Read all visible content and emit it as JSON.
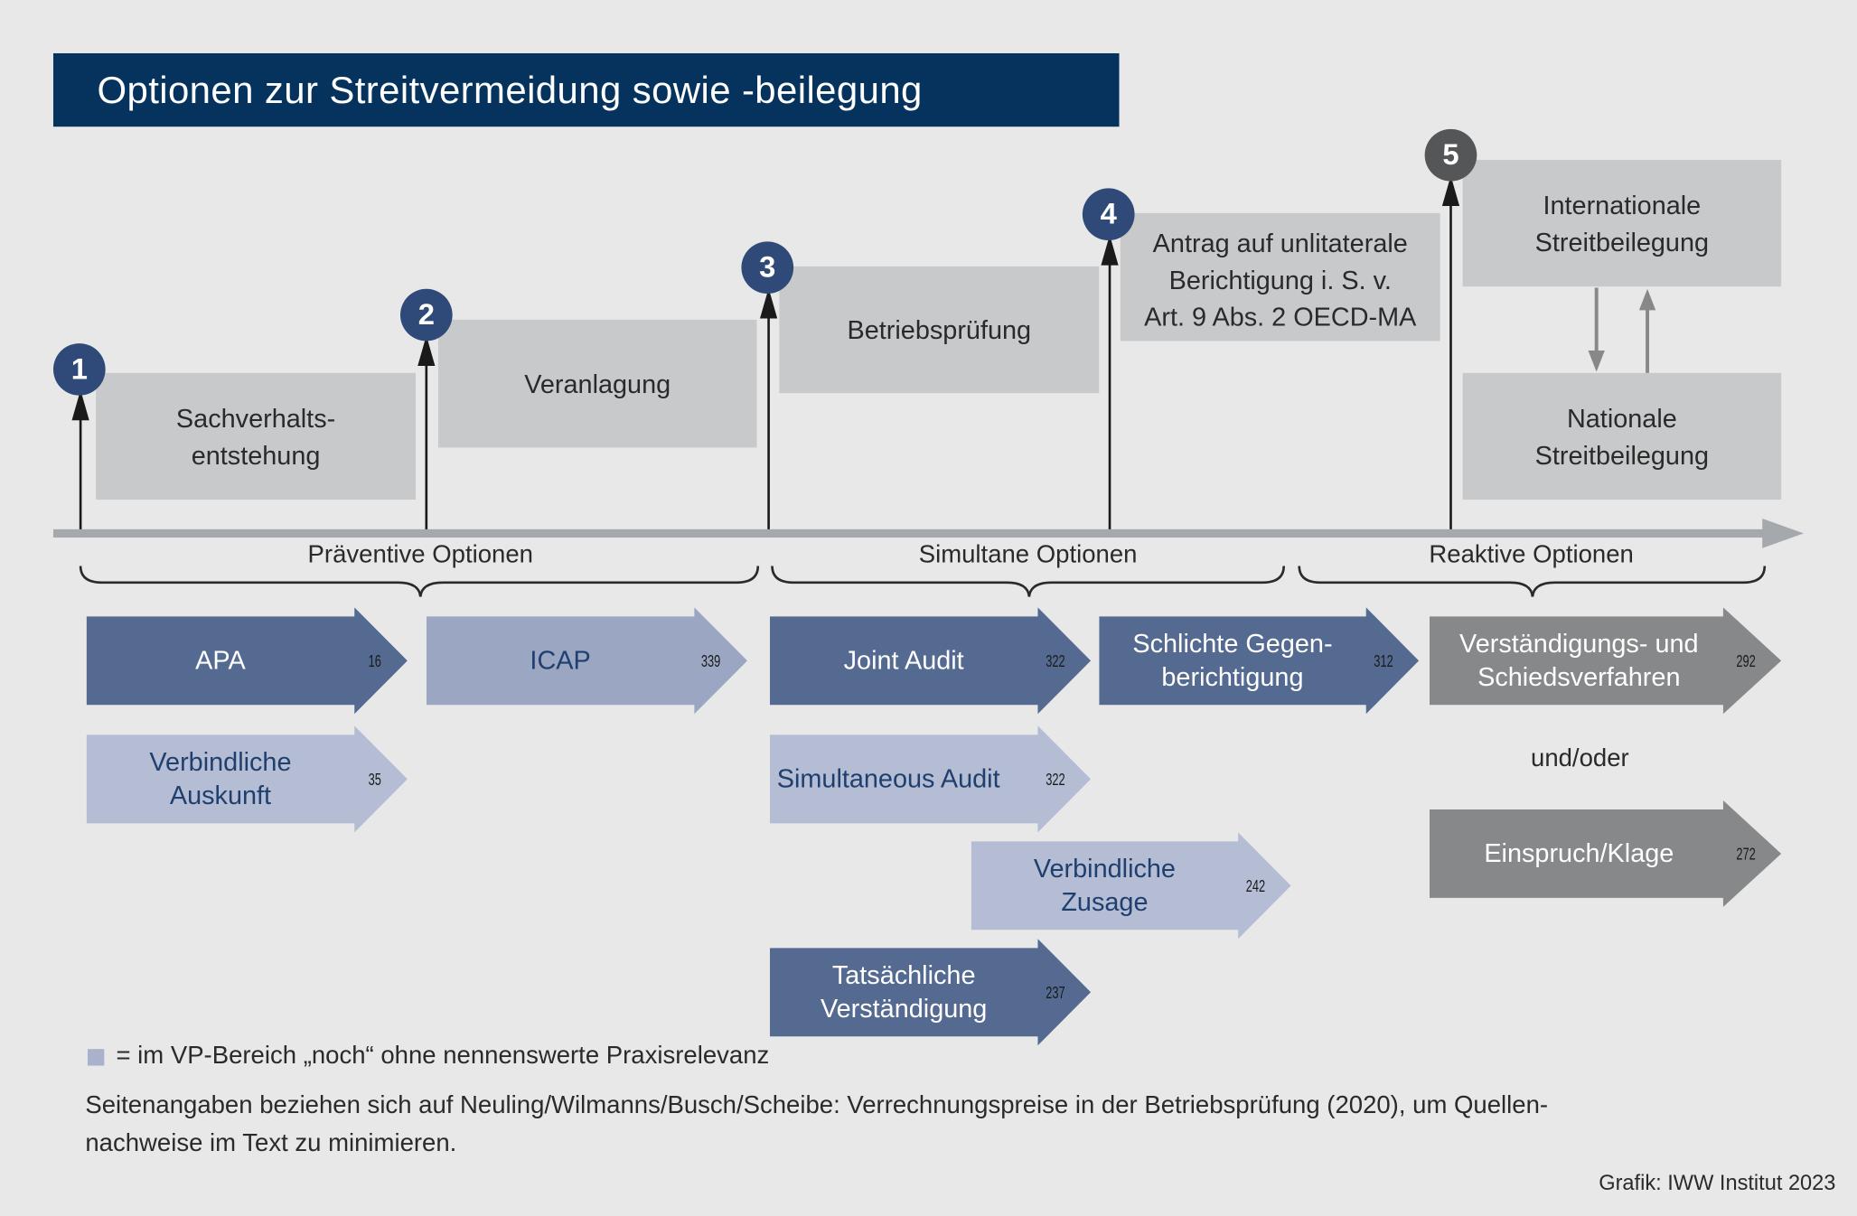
{
  "title": "Optionen zur Streitvermeidung sowie -beilegung",
  "steps": [
    {
      "number": "1",
      "label": "Sachverhalts-\nentstehung"
    },
    {
      "number": "2",
      "label": "Veranlagung"
    },
    {
      "number": "3",
      "label": "Betriebsprüfung"
    },
    {
      "number": "4",
      "label": "Antrag auf unlitaterale\nBerichtigung i. S. v.\nArt. 9 Abs. 2 OECD-MA"
    },
    {
      "number": "5",
      "label": "Internationale\nStreitbeilegung"
    }
  ],
  "national": "Nationale\nStreitbeilegung",
  "categories": [
    "Präventive Optionen",
    "Simultane Optionen",
    "Reaktive Optionen"
  ],
  "options": [
    {
      "label": "APA",
      "page": "16"
    },
    {
      "label": "ICAP",
      "page": "339"
    },
    {
      "label": "Joint Audit",
      "page": "322"
    },
    {
      "label": "Schlichte Gegen-\nberichtigung",
      "page": "312"
    },
    {
      "label": "Verständigungs- und\nSchiedsverfahren",
      "page": "292"
    },
    {
      "label": "Verbindliche\nAuskunft",
      "page": "35"
    },
    {
      "label": "Simultaneous Audit",
      "page": "322"
    },
    {
      "label": "Verbindliche\nZusage",
      "page": "242"
    },
    {
      "label": "Tatsächliche\nVerständigung",
      "page": "237"
    },
    {
      "label": "Einspruch/Klage",
      "page": "272"
    }
  ],
  "and_or": "und/oder",
  "legend": "= im VP-Bereich „noch“ ohne nennenswerte Praxisrelevanz",
  "footnote_line1": "Seitenangaben beziehen sich auf Neuling/Wilmanns/Busch/Scheibe: Verrechnungspreise in der Betriebsprüfung (2020), um Quellen-",
  "footnote_line2": "nachweise im Text zu minimieren.",
  "credit": "Grafik: IWW Institut 2023",
  "colors": {
    "title_bg": "#06335e",
    "circle": "#2f4a78",
    "dark": "#556a91",
    "light": "#b5bdd5",
    "grey": "#878889"
  }
}
